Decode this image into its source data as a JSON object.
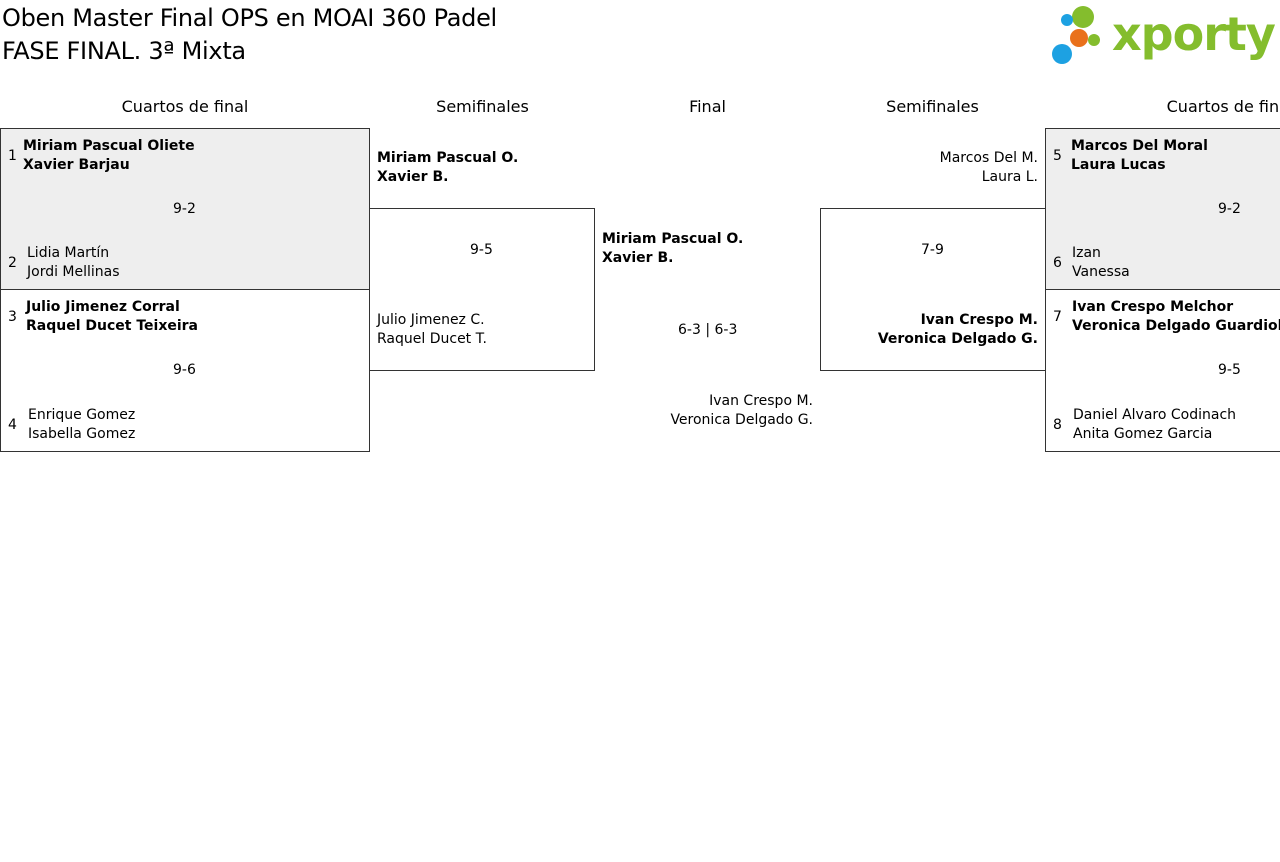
{
  "header": {
    "title": "Oben Master Final OPS en MOAI 360 Padel",
    "subtitle": "FASE FINAL. 3ª Mixta",
    "logo_text": "xporty",
    "logo_colors": [
      "#1da1e2",
      "#84bd2d",
      "#e9711c"
    ]
  },
  "rounds": {
    "qf_left": "Cuartos de final",
    "sf_left": "Semifinales",
    "final": "Final",
    "sf_right": "Semifinales",
    "qf_right": "Cuartos de final"
  },
  "qf_left": [
    {
      "top": {
        "seed": "1",
        "p1": "Miriam Pascual Oliete",
        "p2": "Xavier Barjau"
      },
      "score": "9-2",
      "bottom": {
        "seed": "2",
        "p1": "Lidia Martín",
        "p2": "Jordi Mellinas"
      }
    },
    {
      "top": {
        "seed": "3",
        "p1": "Julio Jimenez Corral",
        "p2": "Raquel Ducet Teixeira"
      },
      "score": "9-6",
      "bottom": {
        "seed": "4",
        "p1": "Enrique Gomez",
        "p2": "Isabella Gomez"
      }
    }
  ],
  "sf_left": {
    "top": {
      "p1": "Miriam Pascual O.",
      "p2": "Xavier B."
    },
    "score": "9-5",
    "bottom": {
      "p1": "Julio Jimenez C.",
      "p2": "Raquel Ducet T."
    }
  },
  "final": {
    "top": {
      "p1": "Miriam Pascual O.",
      "p2": "Xavier B."
    },
    "score": "6-3 | 6-3",
    "bottom": {
      "p1": "Ivan Crespo M.",
      "p2": "Veronica Delgado G."
    }
  },
  "sf_right": {
    "top": {
      "p1": "Marcos Del M.",
      "p2": "Laura L."
    },
    "score": "7-9",
    "bottom": {
      "p1": "Ivan Crespo M.",
      "p2": "Veronica Delgado G."
    }
  },
  "qf_right": [
    {
      "top": {
        "seed": "5",
        "p1": "Marcos Del Moral",
        "p2": "Laura Lucas"
      },
      "score": "9-2",
      "bottom": {
        "seed": "6",
        "p1": "Izan",
        "p2": "Vanessa"
      }
    },
    {
      "top": {
        "seed": "7",
        "p1": "Ivan Crespo Melchor",
        "p2": "Veronica Delgado Guardiola"
      },
      "score": "9-5",
      "bottom": {
        "seed": "8",
        "p1": "Daniel Alvaro Codinach",
        "p2": "Anita Gomez Garcia"
      }
    }
  ]
}
